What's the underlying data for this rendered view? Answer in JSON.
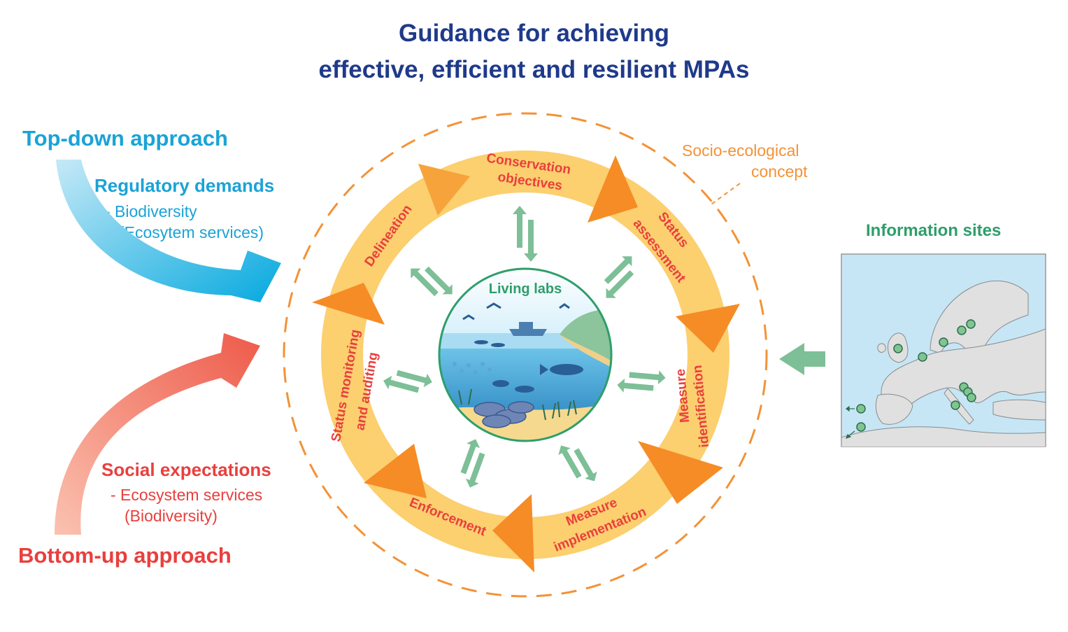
{
  "title": {
    "line1": "Guidance for achieving",
    "line2": "effective, efficient and resilient MPAs"
  },
  "top_down": {
    "heading": "Top-down approach",
    "subheading": "Regulatory demands",
    "item1": "- Biodiversity",
    "item2": "(Ecosytem services)"
  },
  "bottom_up": {
    "heading": "Bottom-up approach",
    "subheading": "Social expectations",
    "item1": "- Ecosystem services",
    "item2": "(Biodiversity)"
  },
  "socio_ecological": {
    "line1": "Socio-ecological",
    "line2": "concept"
  },
  "center": {
    "label": "Living labs"
  },
  "cycle_steps": [
    {
      "line1": "Conservation",
      "line2": "objectives"
    },
    {
      "line1": "Status",
      "line2": "assessment"
    },
    {
      "line1": "Measure",
      "line2": "identification"
    },
    {
      "line1": "Measure",
      "line2": "implementation"
    },
    {
      "line1": "Enforcement",
      "line2": ""
    },
    {
      "line1": "Status monitoring",
      "line2": "and auditing"
    },
    {
      "line1": "Delineation",
      "line2": ""
    }
  ],
  "information_sites": {
    "heading": "Information sites"
  },
  "colors": {
    "title": "#1f3a8a",
    "top_down": "#1aa3d6",
    "bottom_up": "#e8403e",
    "cycle_outer": "#fcd97a",
    "cycle_arrow": "#f7941d",
    "step_text": "#e8403e",
    "green": "#2e9e6a",
    "green_arrow": "#7dbf97",
    "orange_dash": "#f39237"
  }
}
